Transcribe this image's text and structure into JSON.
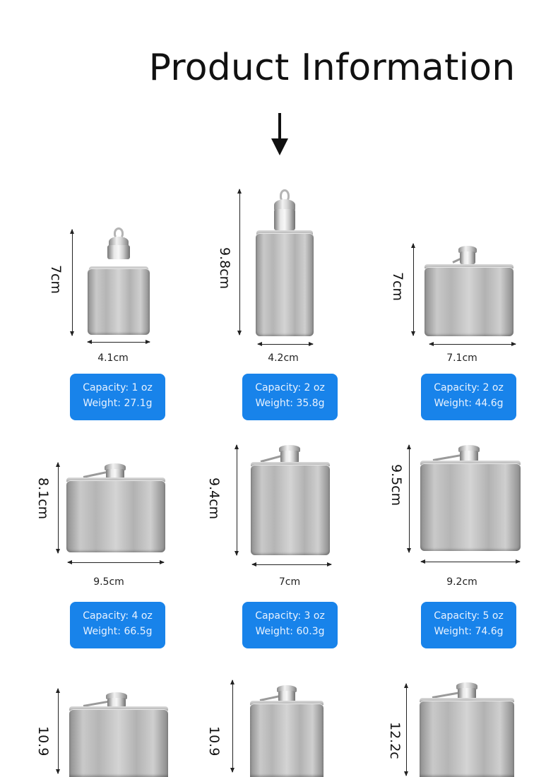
{
  "page": {
    "title": "Product Information",
    "accent_color": "#1883ea",
    "arrow_icon": "down-arrow-icon"
  },
  "products": [
    {
      "height": "7cm",
      "width": "4.1cm",
      "capacity": "Capacity: 1 oz",
      "weight": "Weight: 27.1g"
    },
    {
      "height": "9.8cm",
      "width": "4.2cm",
      "capacity": "Capacity: 2 oz",
      "weight": "Weight: 35.8g"
    },
    {
      "height": "7cm",
      "width": "7.1cm",
      "capacity": "Capacity: 2 oz",
      "weight": "Weight: 44.6g"
    },
    {
      "height": "8.1cm",
      "width": "9.5cm",
      "capacity": "Capacity: 4 oz",
      "weight": "Weight: 66.5g"
    },
    {
      "height": "9.4cm",
      "width": "7cm",
      "capacity": "Capacity: 3 oz",
      "weight": "Weight: 60.3g"
    },
    {
      "height": "9.5cm",
      "width": "9.2cm",
      "capacity": "Capacity: 5 oz",
      "weight": "Weight: 74.6g"
    },
    {
      "height": "10.9"
    },
    {
      "height": "10.9"
    },
    {
      "height": "12.2c"
    }
  ]
}
